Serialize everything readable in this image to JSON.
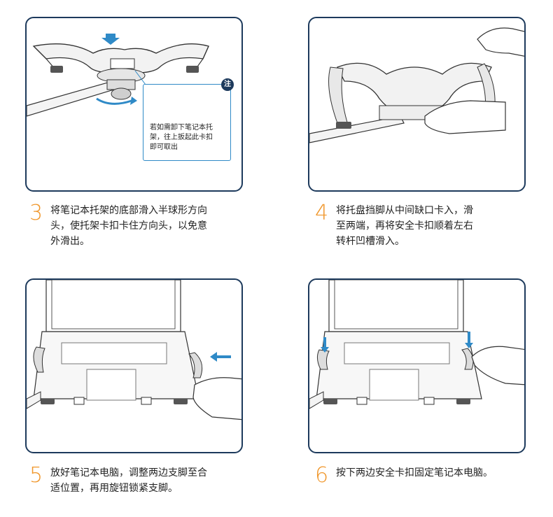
{
  "colors": {
    "frame": "#1d3a5c",
    "accent_number": "#f0962a",
    "arrow": "#2f8ac7",
    "line": "#333333"
  },
  "steps": [
    {
      "number": "3",
      "lines": [
        "将笔记本托架的底部滑入半球形方向",
        "头，使托架卡扣卡住方向头，以免意",
        "外滑出。"
      ]
    },
    {
      "number": "4",
      "lines": [
        "将托盘挡脚从中间缺口卡入，滑",
        "至两端，再将安全卡扣顺着左右",
        "转杆凹槽滑入。"
      ]
    },
    {
      "number": "5",
      "lines": [
        "放好笔记本电脑，调整两边支脚至合",
        "适位置，再用旋钮锁紧支脚。"
      ]
    },
    {
      "number": "6",
      "lines": [
        "按下两边安全卡扣固定笔记本电脑。"
      ]
    }
  ],
  "note": {
    "badge": "注",
    "lines": [
      "若如需卸下笔记本托",
      "架，往上扳起此卡扣",
      "即可取出"
    ]
  }
}
